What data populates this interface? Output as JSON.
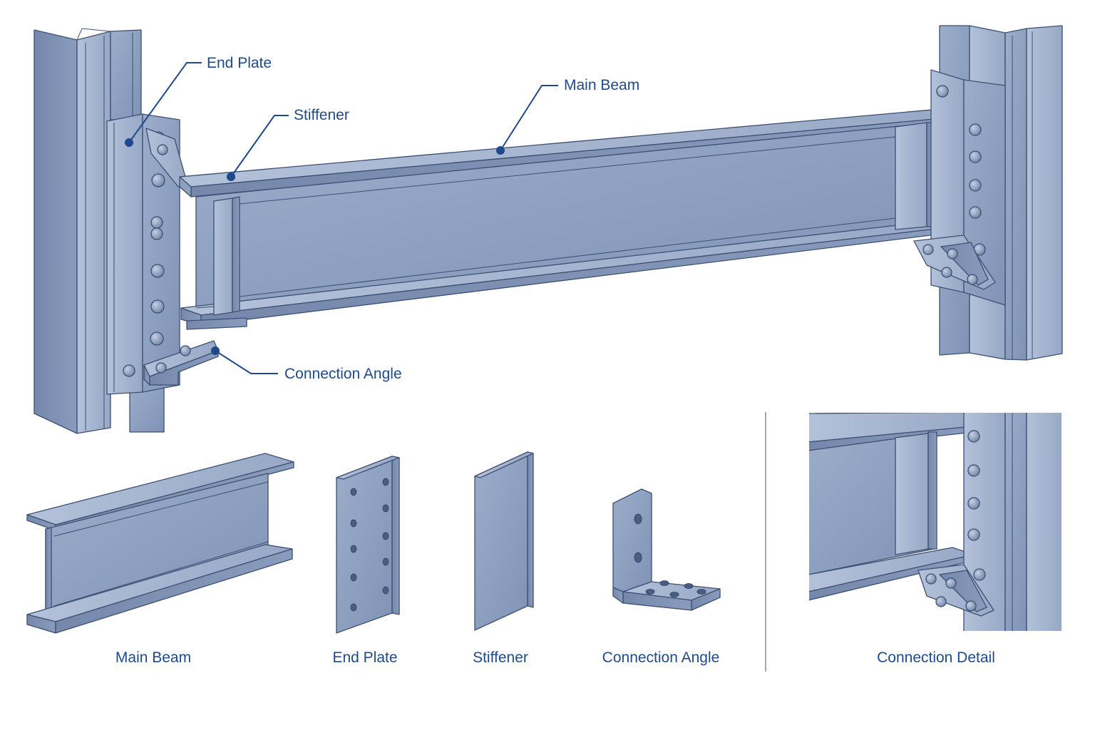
{
  "callouts": {
    "end_plate": "End Plate",
    "stiffener": "Stiffener",
    "main_beam": "Main Beam",
    "connection_angle": "Connection Angle"
  },
  "captions": {
    "main_beam": "Main Beam",
    "end_plate": "End Plate",
    "stiffener": "Stiffener",
    "connection_angle": "Connection Angle",
    "connection_detail": "Connection Detail"
  },
  "colors": {
    "steel_face": "#8ea0c0",
    "steel_light": "#a9b8d2",
    "steel_dark": "#6f83a8",
    "steel_edge": "#3d4f73",
    "label": "#1e4a8c",
    "divider": "#8c8c8c"
  }
}
